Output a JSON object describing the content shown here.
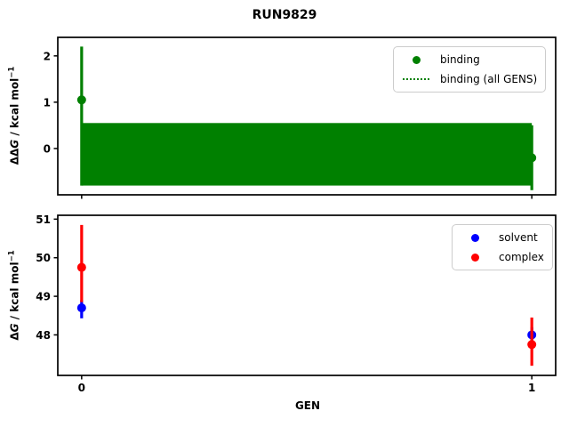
{
  "figure": {
    "title": "RUN9829",
    "xlabel": "GEN",
    "background": "#ffffff"
  },
  "top_plot": {
    "ylabel": {
      "prefix": "ΔΔ",
      "math_var": "G",
      "rest": " / kcal mol",
      "sup": "−1"
    },
    "legend": {
      "position": "upper right",
      "items": [
        {
          "label": "binding",
          "marker": "dot",
          "color": "#008000"
        },
        {
          "label": "binding (all GENS)",
          "marker": "dotted-line",
          "color": "#008000"
        }
      ]
    }
  },
  "bottom_plot": {
    "ylabel": {
      "prefix": "Δ",
      "math_var": "G",
      "rest": " / kcal mol",
      "sup": "−1"
    },
    "legend": {
      "position": "upper right",
      "items": [
        {
          "label": "solvent",
          "marker": "dot",
          "color": "#0000ff"
        },
        {
          "label": "complex",
          "marker": "dot",
          "color": "#ff0000"
        }
      ]
    }
  },
  "chart_data": [
    {
      "type": "scatter",
      "subplot": "top",
      "title": "RUN9829",
      "xlabel": "GEN",
      "ylabel": "ΔΔG / kcal mol⁻¹",
      "xlim": [
        -0.053,
        1.053
      ],
      "ylim": [
        -1.0,
        2.4
      ],
      "xticks": [
        0,
        1
      ],
      "yticks": [
        0,
        1,
        2
      ],
      "x_tick_labels_visible": false,
      "grid": false,
      "legend_position": "upper right",
      "x": [
        0,
        1
      ],
      "series": [
        {
          "name": "binding",
          "style": "errorbar-scatter",
          "color": "#008000",
          "y": [
            1.05,
            -0.2
          ],
          "err_low": [
            -0.8,
            -0.9
          ],
          "err_high": [
            2.2,
            0.5
          ]
        },
        {
          "name": "binding (all GENS)",
          "style": "band",
          "color": "#008000",
          "line_style": "dotted",
          "x_span": [
            0,
            1
          ],
          "band_low": -0.8,
          "band_high": 0.55
        }
      ]
    },
    {
      "type": "scatter",
      "subplot": "bottom",
      "xlabel": "GEN",
      "ylabel": "ΔG / kcal mol⁻¹",
      "xlim": [
        -0.053,
        1.053
      ],
      "ylim": [
        46.95,
        51.1
      ],
      "xticks": [
        0,
        1
      ],
      "yticks": [
        48,
        49,
        50,
        51
      ],
      "x_tick_labels_visible": true,
      "grid": false,
      "legend_position": "upper right",
      "x": [
        0,
        1
      ],
      "series": [
        {
          "name": "solvent",
          "style": "errorbar-scatter",
          "color": "#0000ff",
          "y": [
            48.7,
            48.0
          ],
          "err_low": [
            48.43,
            47.8
          ],
          "err_high": [
            48.9,
            48.2
          ]
        },
        {
          "name": "complex",
          "style": "errorbar-scatter",
          "color": "#ff0000",
          "y": [
            49.75,
            47.75
          ],
          "err_low": [
            48.85,
            47.2
          ],
          "err_high": [
            50.85,
            48.45
          ]
        }
      ]
    }
  ]
}
